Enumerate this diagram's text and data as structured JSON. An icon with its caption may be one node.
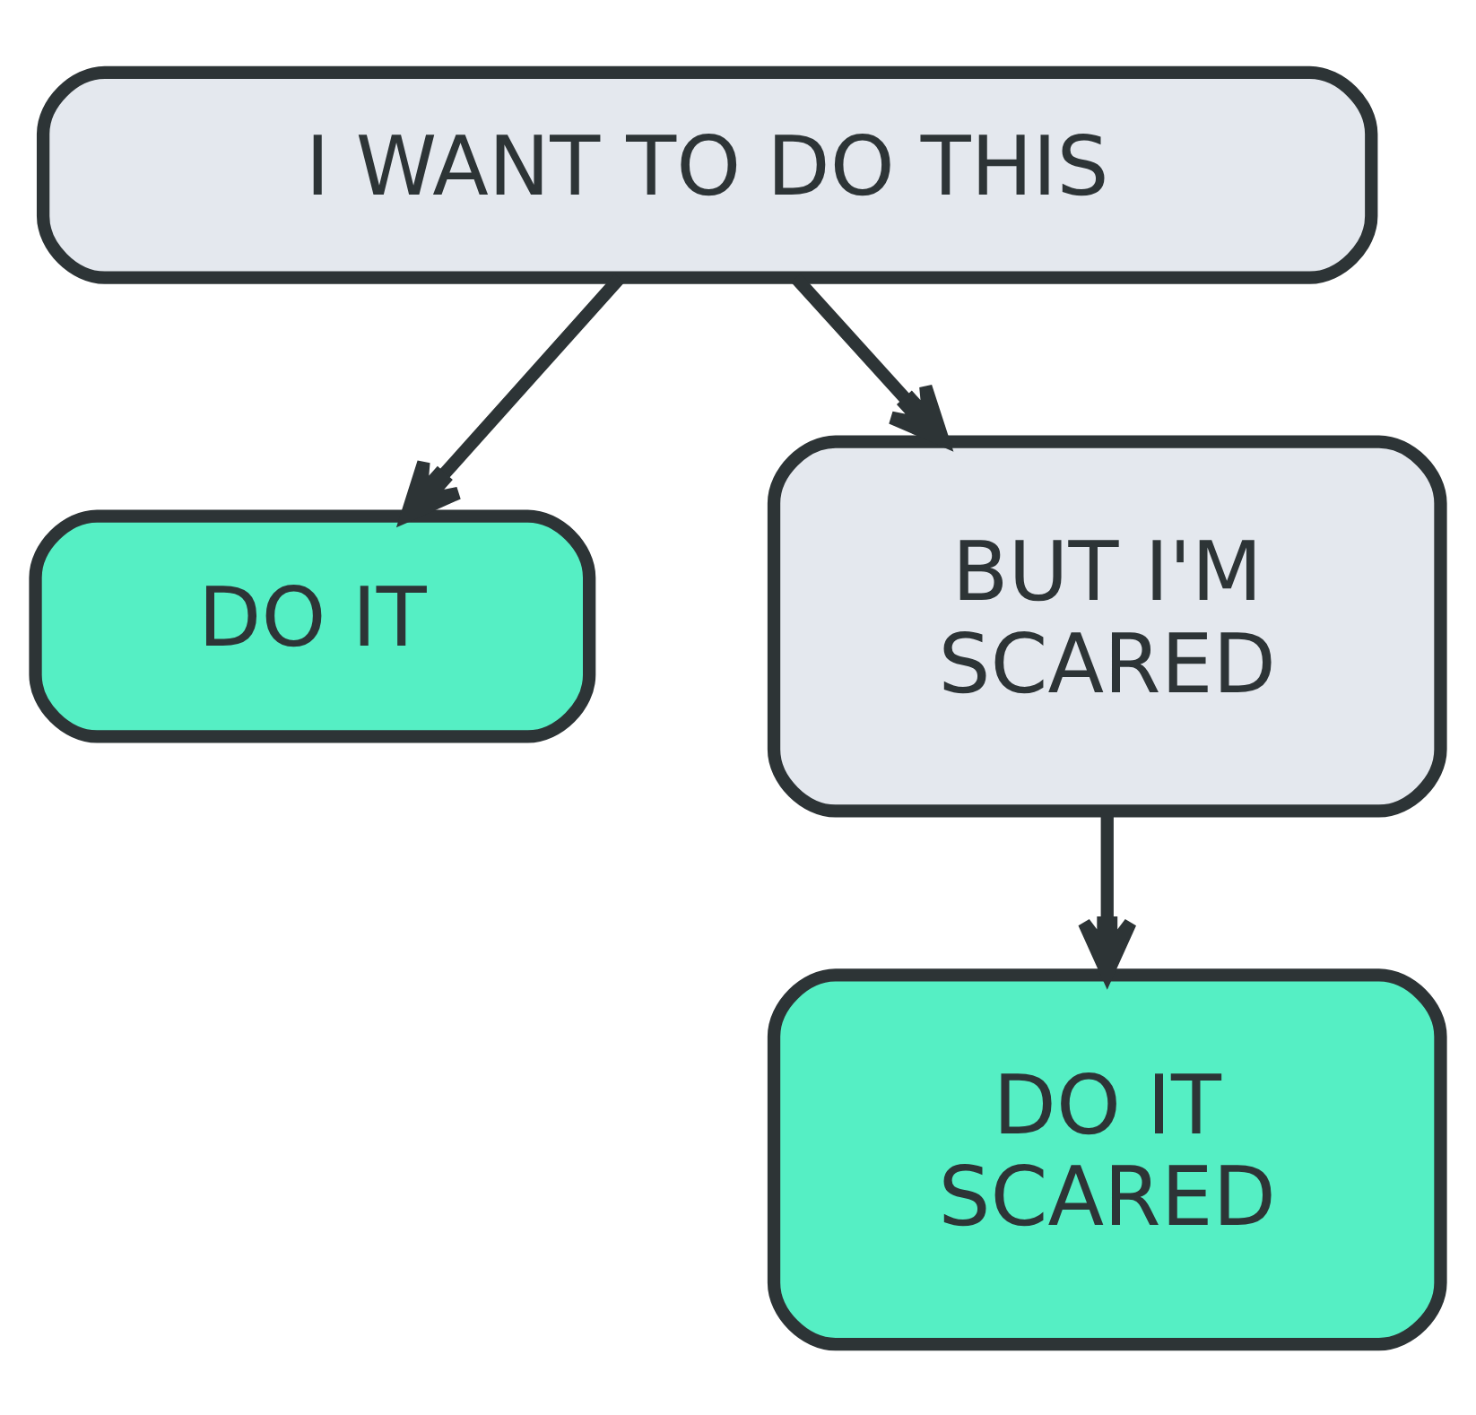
{
  "diagram": {
    "nodes": [
      {
        "text": [
          "I WANT TO DO THIS"
        ]
      },
      {
        "text": [
          "DO IT"
        ]
      },
      {
        "text": [
          "BUT I'M SCARED"
        ]
      },
      {
        "text": [
          "DO IT SCARED"
        ]
      }
    ],
    "edges": [
      {
        "from": 0,
        "to": 1,
        "arrow": "to"
      },
      {
        "from": 0,
        "to": 2,
        "arrow": "to"
      },
      {
        "from": 2,
        "to": 3,
        "arrow": "to"
      }
    ]
  }
}
